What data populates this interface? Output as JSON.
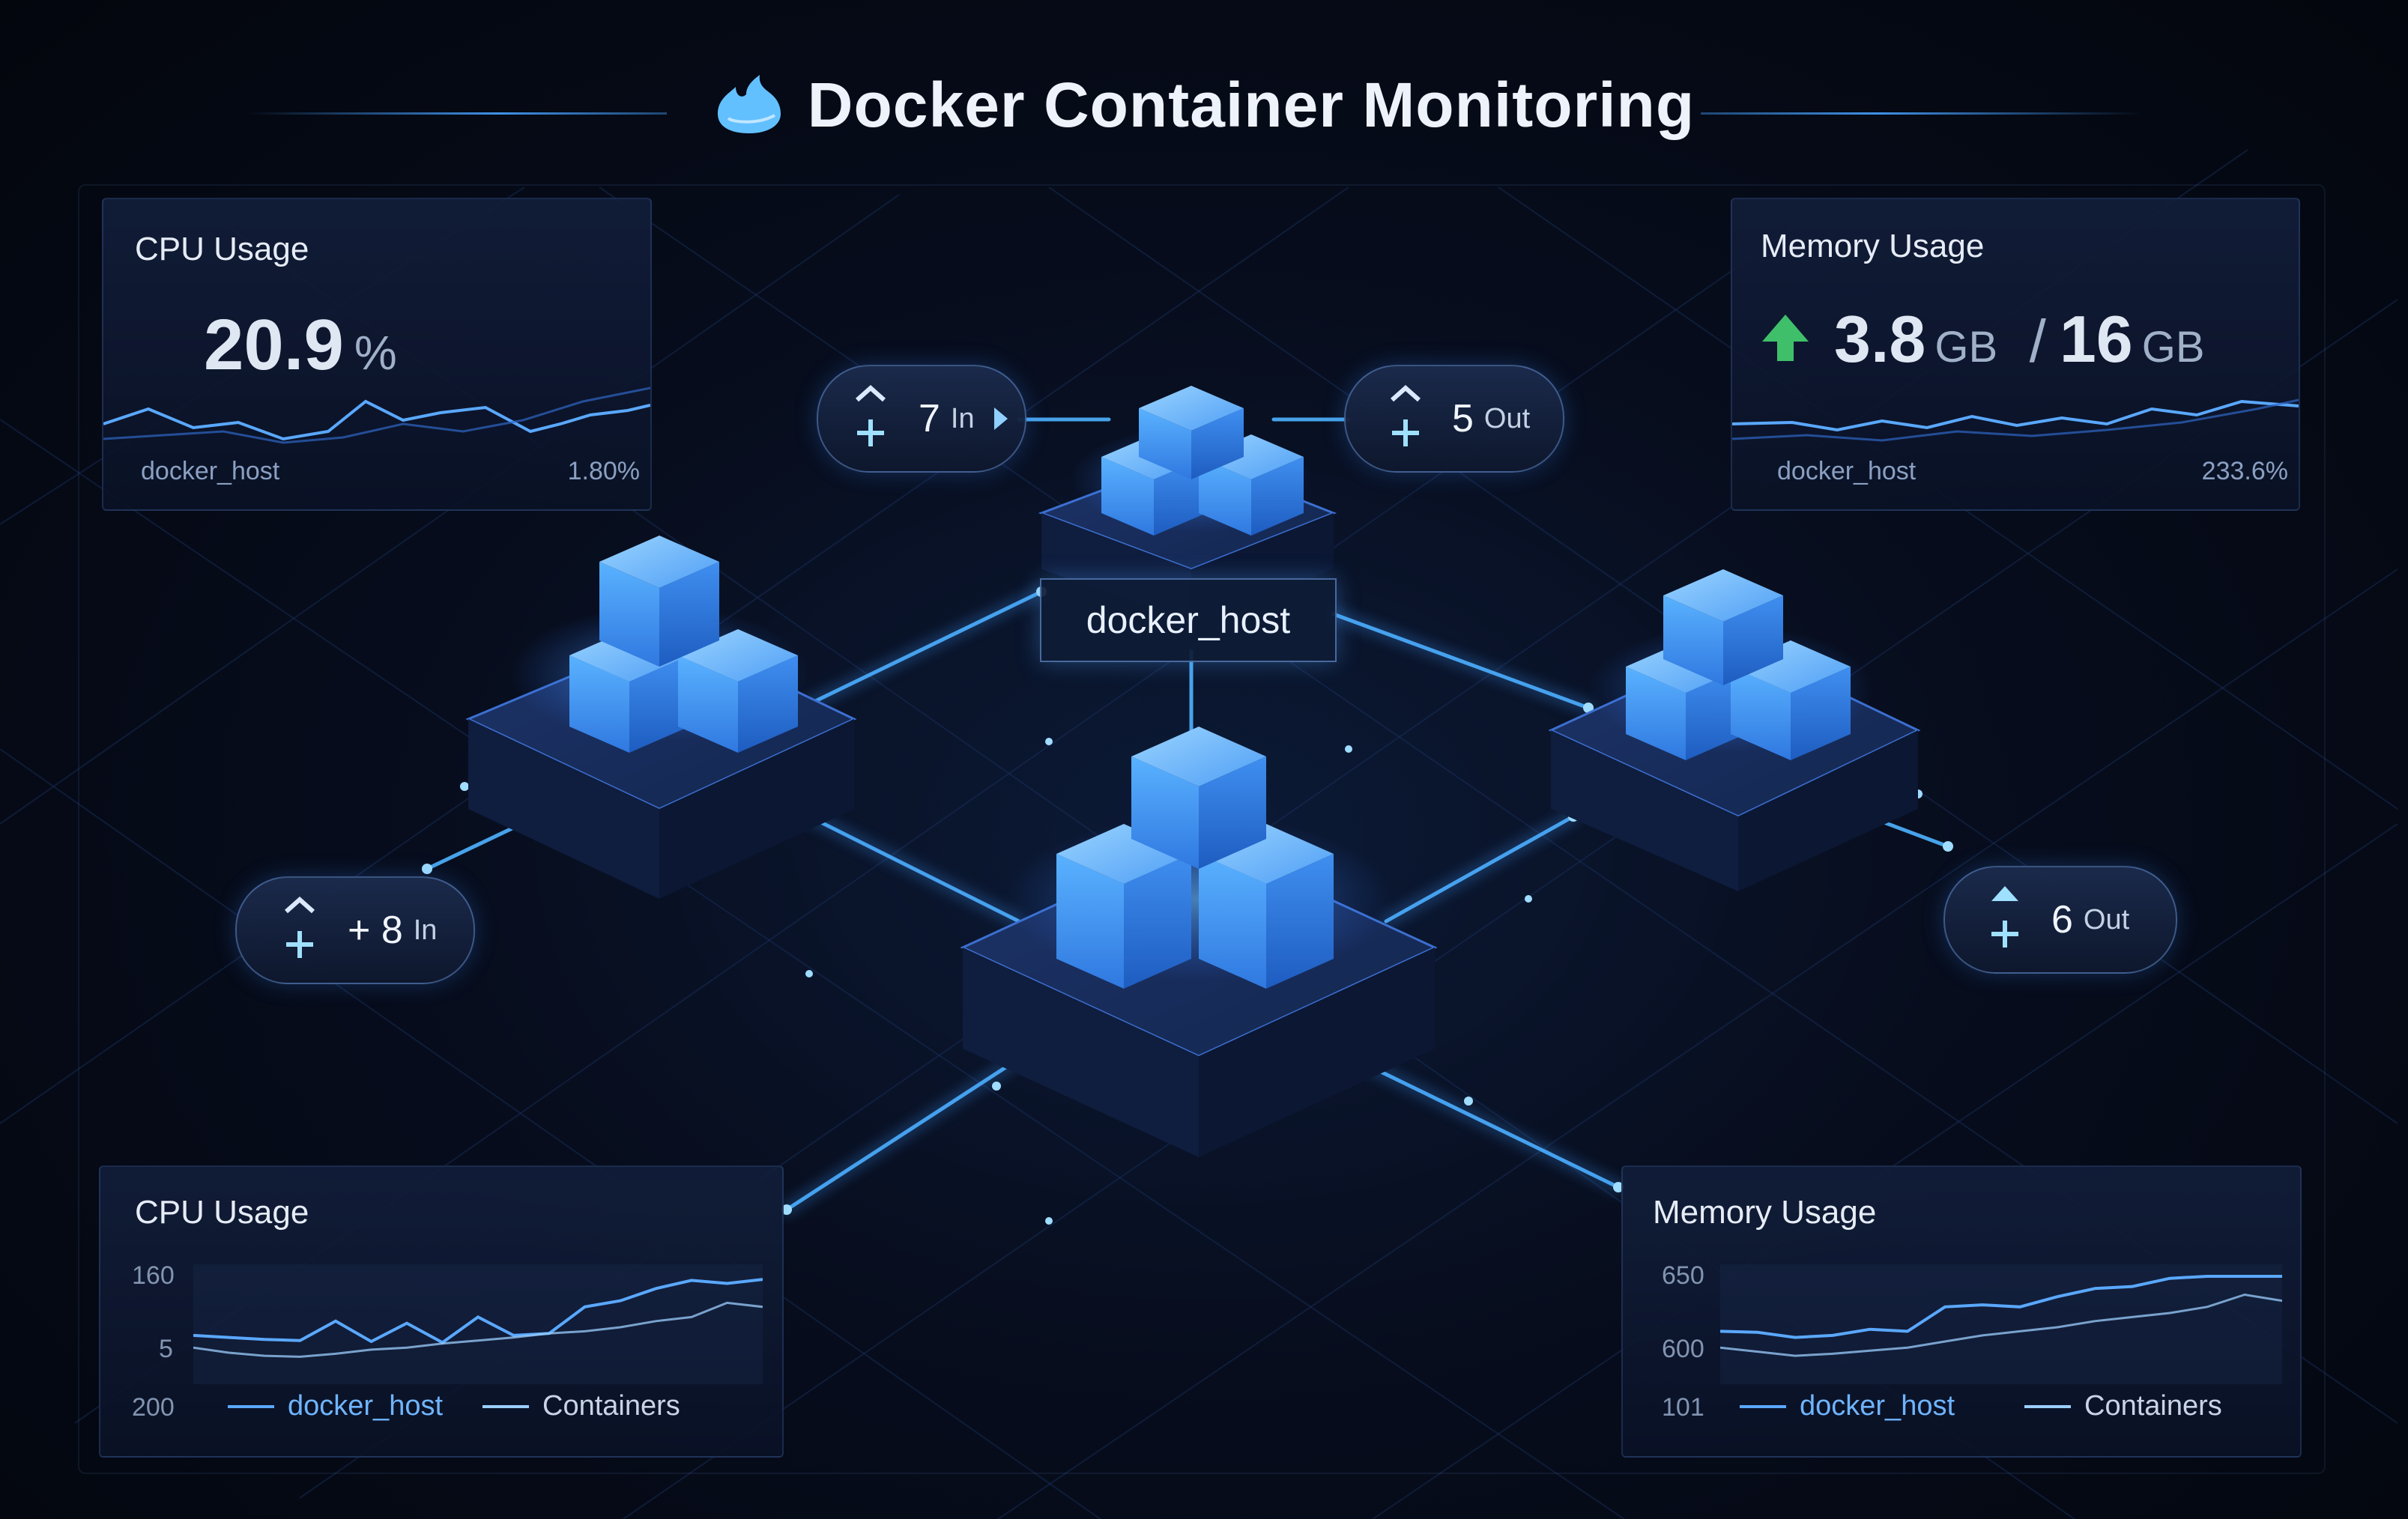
{
  "header": {
    "title": "Docker Container Monitoring",
    "logo_icon": "docker-flame-icon"
  },
  "cpu_card": {
    "title": "CPU Usage",
    "value": "20.9",
    "unit": "%",
    "host": "docker_host",
    "stat": "1.80%"
  },
  "memory_card": {
    "title": "Memory Usage",
    "value": "3.8",
    "unit": "GB",
    "separator": "/",
    "total": "16",
    "total_unit": "GB",
    "trend_icon": "arrow-up-icon",
    "host": "docker_host",
    "stat": "233.6%"
  },
  "network": {
    "host_label": "docker_host",
    "badges": [
      {
        "num": "7",
        "label": "In"
      },
      {
        "num": "5",
        "label": "Out"
      },
      {
        "num": "+ 8",
        "label": "In"
      },
      {
        "num": "6",
        "label": "Out"
      }
    ]
  },
  "cpu_chart": {
    "title": "CPU Usage",
    "y_ticks": [
      "160",
      "5",
      "200"
    ],
    "legend": [
      "docker_host",
      "Containers"
    ]
  },
  "memory_chart": {
    "title": "Memory Usage",
    "y_ticks": [
      "650",
      "600",
      "101"
    ],
    "legend": [
      "docker_host",
      "Containers"
    ]
  },
  "colors": {
    "accent": "#4ea3ff",
    "background": "#050a16",
    "green": "#3fbf6a"
  },
  "chart_data": [
    {
      "type": "line",
      "title": "CPU Usage",
      "y_ticks": [
        "160",
        "5",
        "200"
      ],
      "series": [
        {
          "name": "docker_host",
          "values": [
            0.42,
            0.4,
            0.38,
            0.37,
            0.56,
            0.36,
            0.54,
            0.35,
            0.6,
            0.42,
            0.44,
            0.7,
            0.76,
            0.88,
            0.96,
            0.93,
            0.97
          ]
        },
        {
          "name": "Containers",
          "values": [
            0.3,
            0.25,
            0.22,
            0.21,
            0.24,
            0.28,
            0.3,
            0.34,
            0.37,
            0.4,
            0.44,
            0.46,
            0.5,
            0.56,
            0.6,
            0.74,
            0.7
          ]
        }
      ]
    },
    {
      "type": "line",
      "title": "Memory Usage",
      "y_ticks": [
        "650",
        "600",
        "101"
      ],
      "series": [
        {
          "name": "docker_host",
          "values": [
            0.46,
            0.45,
            0.4,
            0.42,
            0.48,
            0.46,
            0.7,
            0.72,
            0.7,
            0.8,
            0.88,
            0.9,
            0.98,
            1.0,
            1.0,
            1.0
          ]
        },
        {
          "name": "Containers",
          "values": [
            0.3,
            0.26,
            0.22,
            0.24,
            0.27,
            0.3,
            0.36,
            0.42,
            0.46,
            0.5,
            0.56,
            0.6,
            0.64,
            0.7,
            0.82,
            0.76
          ]
        }
      ]
    }
  ]
}
